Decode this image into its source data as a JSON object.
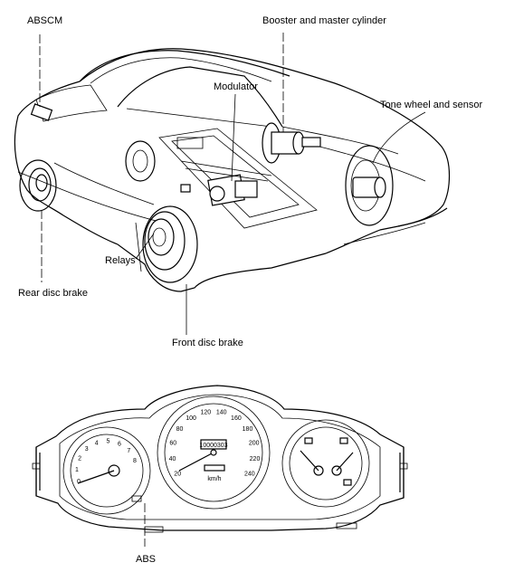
{
  "labels": {
    "abscm": "ABSCM",
    "booster": "Booster and master cylinder",
    "modulator": "Modulator",
    "tone_wheel": "Tone wheel and sensor",
    "relays": "Relays",
    "rear_disc": "Rear disc brake",
    "front_disc": "Front disc brake",
    "abs": "ABS"
  },
  "cluster": {
    "speedo_ticks": [
      "20",
      "40",
      "60",
      "80",
      "100",
      "120",
      "140",
      "160",
      "180",
      "200",
      "220",
      "240"
    ],
    "tacho_ticks": [
      "0",
      "1",
      "2",
      "3",
      "4",
      "5",
      "6",
      "7",
      "8"
    ],
    "odometer": "10000303",
    "unit": "km/h"
  }
}
